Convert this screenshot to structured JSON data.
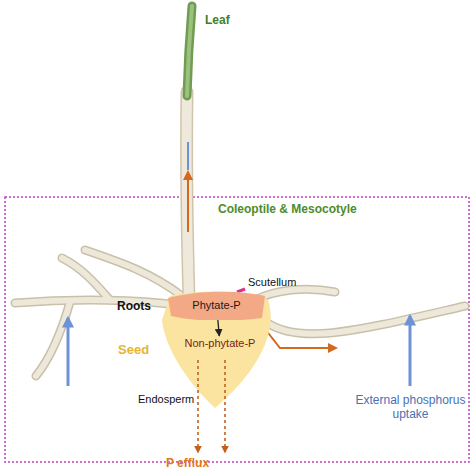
{
  "diagram": {
    "nodes": [
      {
        "text": [
          "Seed",
          "Endosperm"
        ]
      },
      {
        "text": [
          "Phytate-P"
        ],
        "in": 0
      },
      {
        "text": [
          "Non-phytate-P"
        ],
        "in": 0
      }
    ],
    "edges": [
      {
        "from": 1,
        "to": 2,
        "arrow": "to"
      }
    ],
    "labels": [
      "Leaf",
      "Coleoptile & Mesocotyle",
      "Scutellum",
      "Roots",
      "P efflux",
      "External phosphorus uptake"
    ]
  }
}
